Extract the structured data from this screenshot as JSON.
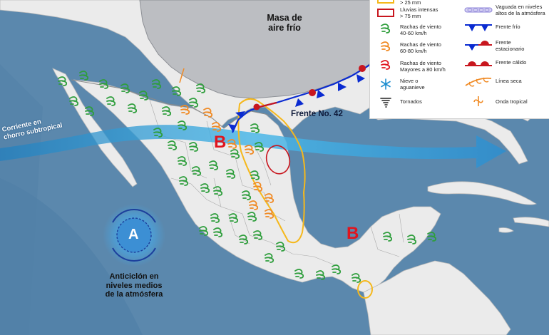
{
  "labels": {
    "cold_air_mass": [
      "Masa de",
      "aire frío"
    ],
    "front": "Frente No. 42",
    "jet_stream": [
      "Corriente en",
      "chorro subtropical"
    ],
    "anticyclone_letter": "A",
    "anticyclone": [
      "Anticiclón en",
      "niveles medios",
      "de la atmósfera"
    ],
    "low_pressure": "B"
  },
  "legend": {
    "rain_top": "> 25 mm",
    "heavy_rain": [
      "Lluvias intensas",
      "> 75 mm"
    ],
    "gusts_40_60": [
      "Rachas de viento",
      "40-60 km/h"
    ],
    "gusts_60_80": [
      "Rachas de viento",
      "60-80 km/h"
    ],
    "gusts_80": [
      "Rachas de viento",
      "Mayores a 80 km/h"
    ],
    "snow": [
      "Nieve o",
      "aguanieve"
    ],
    "tornadoes": "Tornados",
    "trough": [
      "Vaguada en niveles",
      "altos de la atmósfera"
    ],
    "cold_front": "Frente frío",
    "stationary_front": [
      "Frente",
      "estacionario"
    ],
    "warm_front": "Frente cálido",
    "dry_line": "Línea seca",
    "tropical_wave": "Onda tropical"
  },
  "colors": {
    "ocean": "#5b88ad",
    "land": "#ececec",
    "gust_green": "#2e9e3c",
    "gust_orange": "#f08a24",
    "gust_red": "#e0141e",
    "rain_yellow": "#f5b81c",
    "heavy_red": "#c8161e",
    "front_blue": "#0a2bd1",
    "front_red": "#c8161e",
    "jet_blue": "#3aa6dc",
    "cold_mass": "#a9acb2"
  }
}
